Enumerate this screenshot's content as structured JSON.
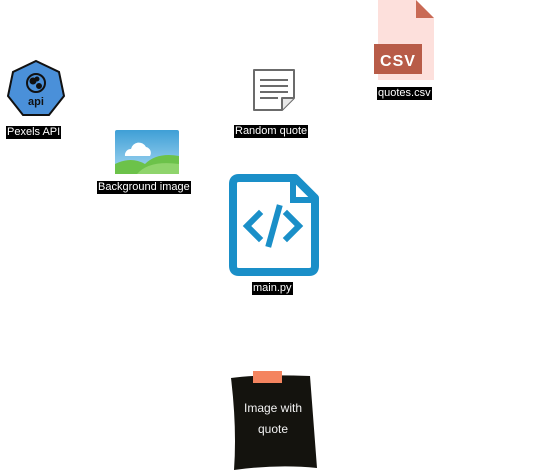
{
  "nodes": {
    "csv_file": {
      "badge": "CSV",
      "label": "quotes.csv",
      "icon": "csv-file-icon"
    },
    "pexels_api": {
      "badge": "api",
      "label": "Pexels API",
      "icon": "api-icon"
    },
    "random_quote": {
      "label": "Random quote",
      "icon": "document-icon"
    },
    "background_image": {
      "label": "Background image",
      "icon": "image-icon"
    },
    "main_py": {
      "label": "main.py",
      "icon": "code-file-icon"
    },
    "output_note": {
      "text": "Image with quote",
      "icon": "sticky-note-icon"
    }
  },
  "colors": {
    "api_blue": "#4a90d9",
    "code_blue": "#1a8fc8",
    "csv_red": "#b85c48",
    "csv_pink": "#fde0dc",
    "note_dark": "#14130e",
    "note_tape": "#f4845f"
  }
}
